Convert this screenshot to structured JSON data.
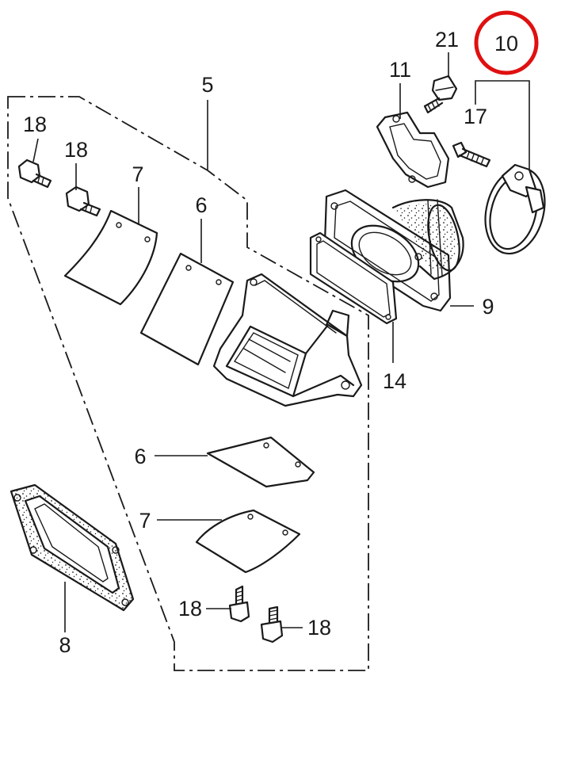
{
  "callouts": {
    "n5": "5",
    "n6_top": "6",
    "n6_bottom": "6",
    "n7_top": "7",
    "n7_bottom": "7",
    "n8": "8",
    "n9": "9",
    "n10": "10",
    "n11": "11",
    "n14": "14",
    "n17": "17",
    "n18_a": "18",
    "n18_b": "18",
    "n18_c": "18",
    "n18_d": "18",
    "n21": "21"
  },
  "colors": {
    "line": "#1a1a1a",
    "highlight_circle": "#e01010",
    "background": "#ffffff"
  }
}
